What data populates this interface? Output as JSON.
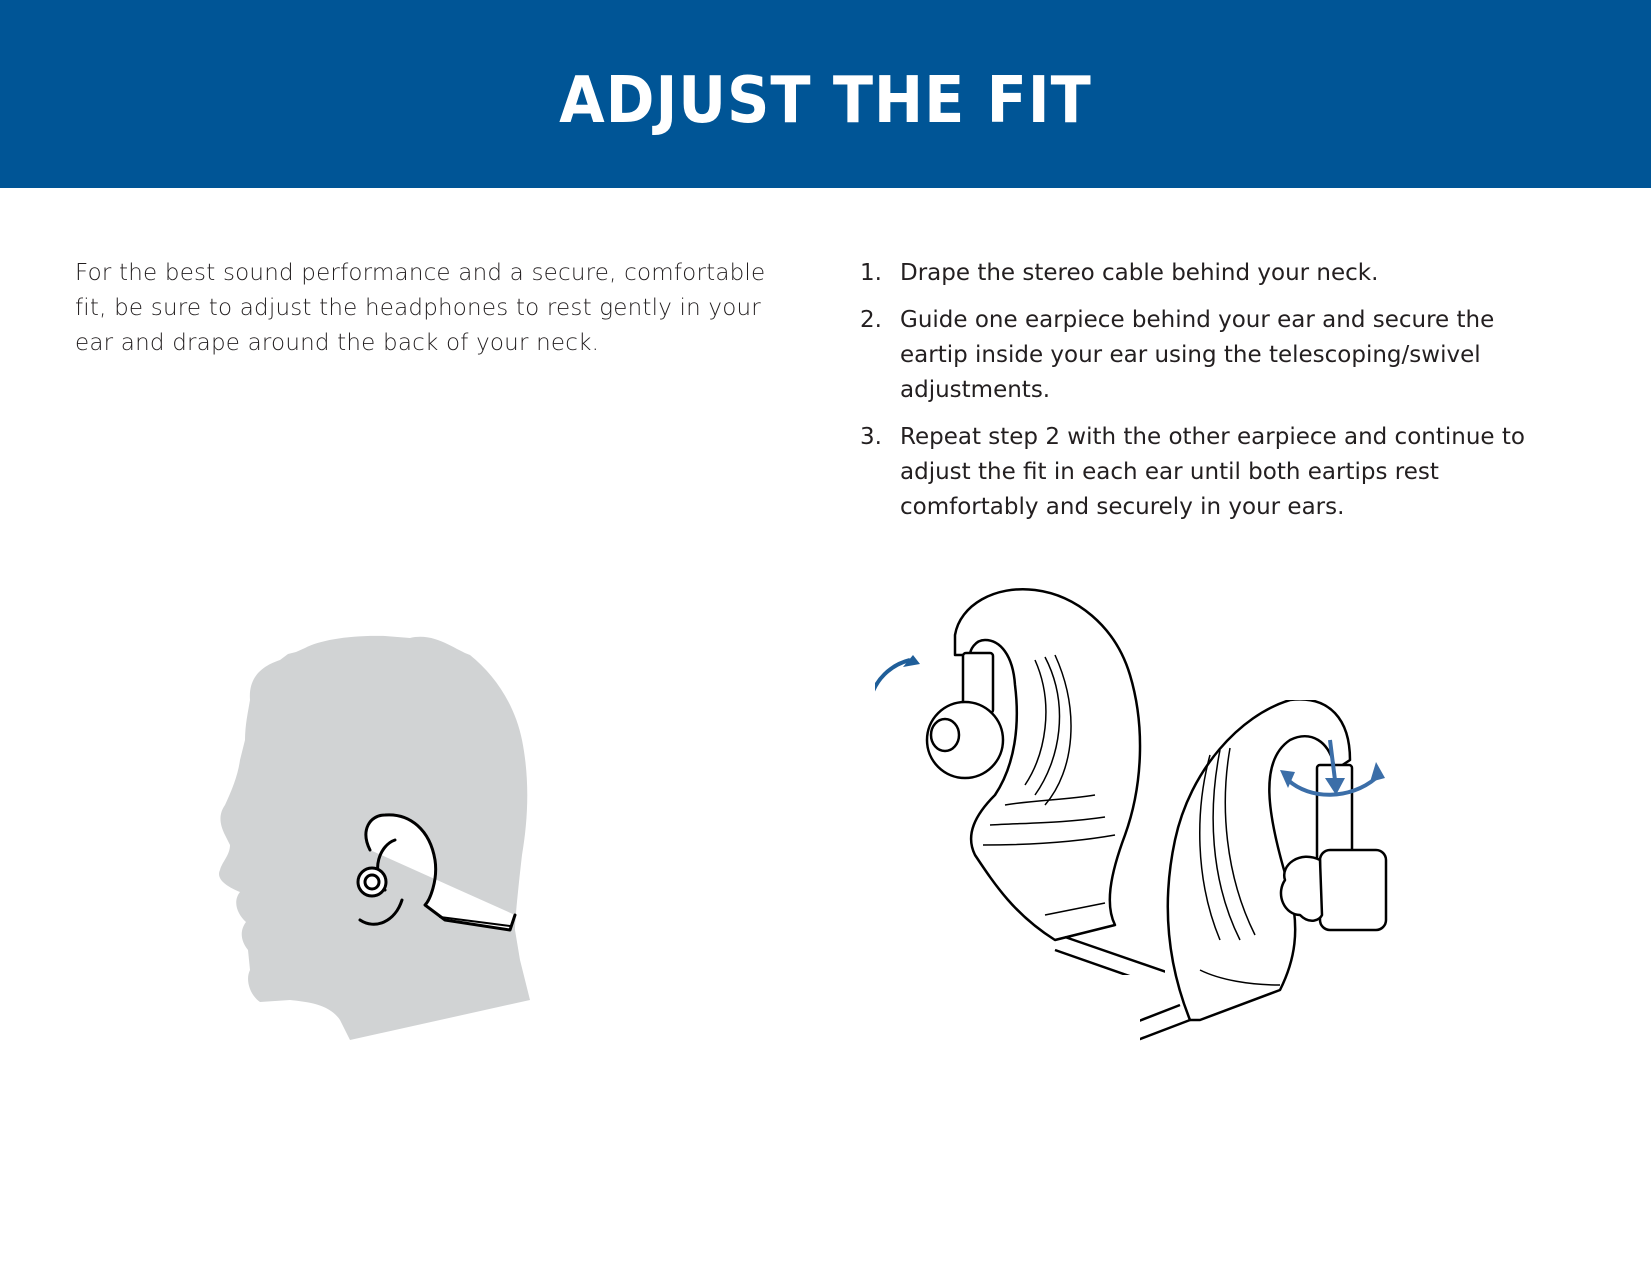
{
  "header": {
    "title": "ADJUST THE FIT",
    "background_color": "#005596"
  },
  "intro": {
    "text": "For the best sound performance and a secure, comfortable fit, be sure to adjust the headphones to rest gently in your ear and drape around the back of your neck."
  },
  "steps": [
    {
      "number": "1.",
      "text": "Drape the stereo cable behind your neck."
    },
    {
      "number": "2.",
      "text": "Guide one earpiece behind your ear and secure the eartip inside your ear using the telescoping/swivel adjustments."
    },
    {
      "number": "3.",
      "text": "Repeat step 2 with the other earpiece and continue to adjust the fit in each ear until both eartips rest comfortably and securely in your ears."
    }
  ],
  "illustrations": {
    "head": "head-silhouette-with-headphones",
    "earpiece_swivel": "earpiece-swivel-adjustment",
    "earpiece_telescope": "earpiece-telescoping-adjustment",
    "arrow_color": "#1f5e99",
    "silhouette_color": "#d1d3d4"
  }
}
